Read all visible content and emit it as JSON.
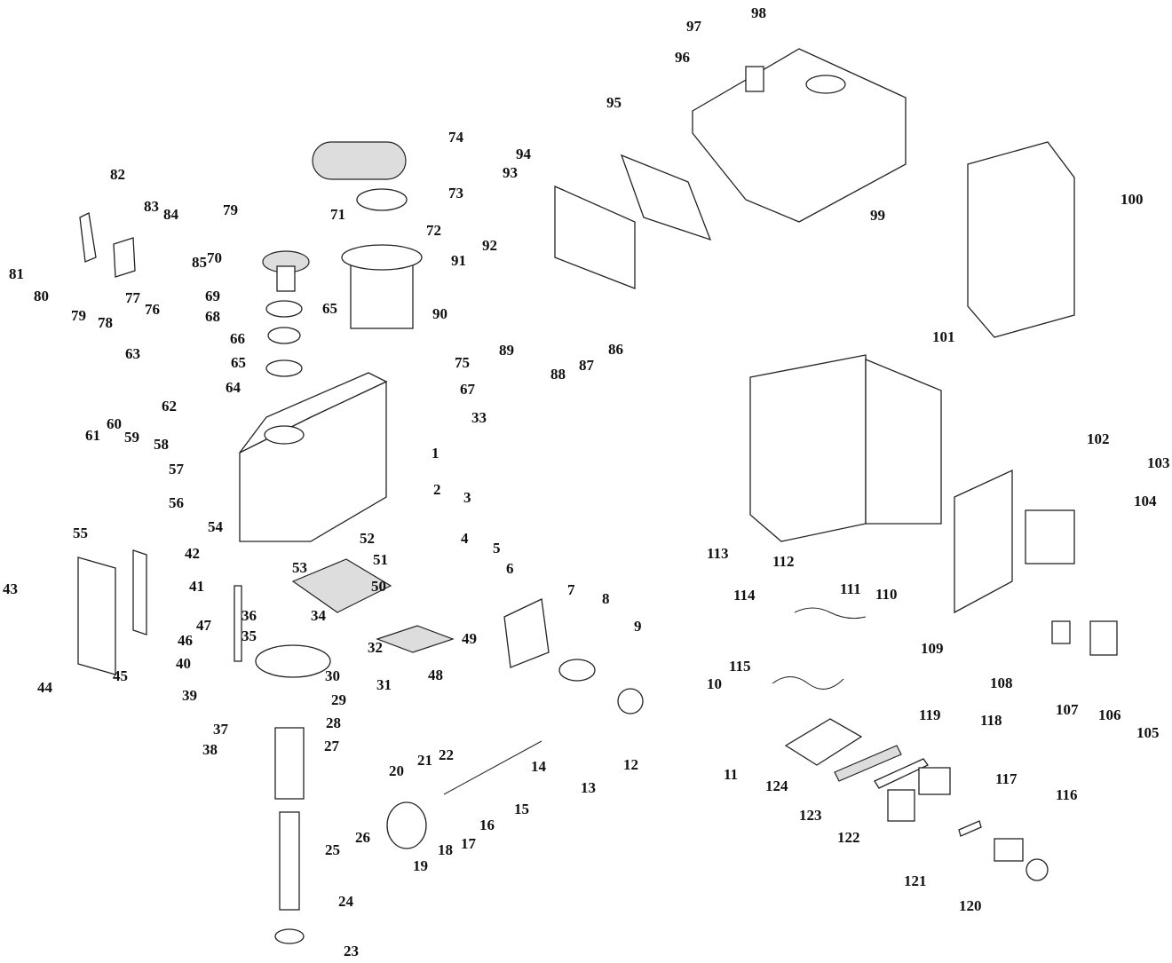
{
  "diagram": {
    "type": "exploded-parts-diagram",
    "subject": "drill/mill machine head and electrical cabinet",
    "callouts": [
      "1",
      "2",
      "3",
      "4",
      "5",
      "6",
      "7",
      "8",
      "9",
      "10",
      "11",
      "12",
      "13",
      "14",
      "15",
      "16",
      "17",
      "18",
      "19",
      "20",
      "21",
      "22",
      "23",
      "24",
      "25",
      "26",
      "27",
      "28",
      "29",
      "30",
      "31",
      "32",
      "33",
      "34",
      "35",
      "36",
      "37",
      "38",
      "39",
      "40",
      "41",
      "42",
      "43",
      "44",
      "45",
      "46",
      "47",
      "48",
      "49",
      "50",
      "51",
      "52",
      "53",
      "54",
      "55",
      "56",
      "57",
      "58",
      "59",
      "60",
      "61",
      "62",
      "63",
      "64",
      "65",
      "65",
      "66",
      "67",
      "68",
      "69",
      "70",
      "71",
      "72",
      "73",
      "74",
      "75",
      "76",
      "77",
      "78",
      "79",
      "79",
      "80",
      "81",
      "82",
      "83",
      "84",
      "85",
      "86",
      "87",
      "88",
      "89",
      "90",
      "91",
      "92",
      "93",
      "94",
      "95",
      "96",
      "97",
      "98",
      "99",
      "100",
      "101",
      "102",
      "103",
      "104",
      "105",
      "106",
      "107",
      "108",
      "109",
      "110",
      "111",
      "112",
      "113",
      "114",
      "115",
      "116",
      "117",
      "118",
      "119",
      "120",
      "121",
      "122",
      "123",
      "124"
    ]
  }
}
